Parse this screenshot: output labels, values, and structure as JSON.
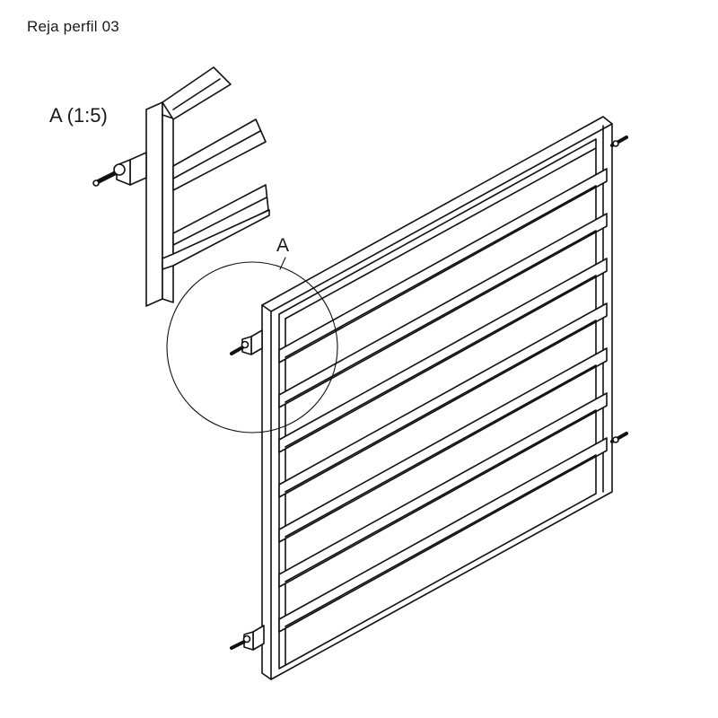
{
  "title": "Reja perfil 03",
  "detail": {
    "label": "A (1:5)"
  },
  "callout": {
    "label": "A"
  },
  "colors": {
    "line": "#111111",
    "background": "#ffffff",
    "bolt": "#111111"
  }
}
